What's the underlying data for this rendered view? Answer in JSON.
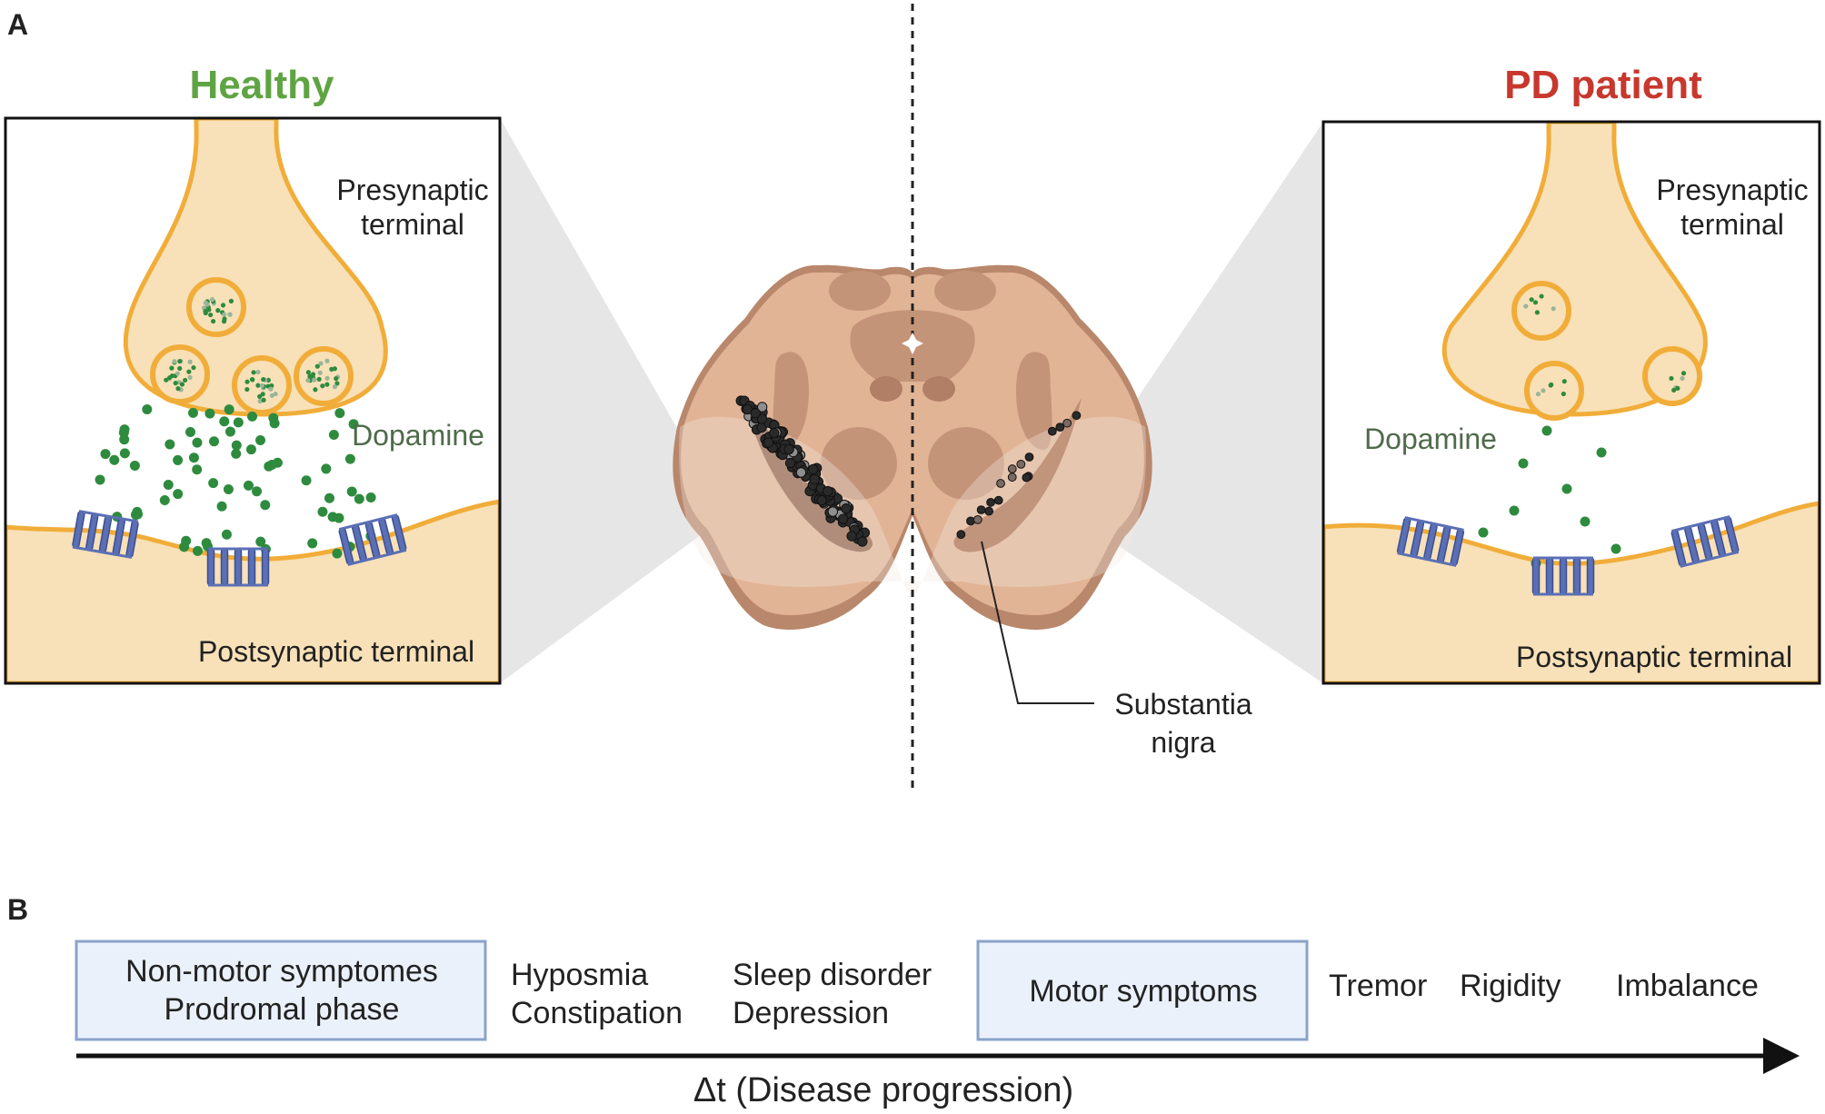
{
  "panel_a": {
    "letter": "A",
    "healthy": {
      "title": "Healthy",
      "title_color": "#5fa443",
      "presynaptic_line1": "Presynaptic",
      "presynaptic_line2": "terminal",
      "dopamine": "Dopamine",
      "postsynaptic": "Postsynaptic terminal"
    },
    "pd": {
      "title": "PD patient",
      "title_color": "#c8372d",
      "presynaptic_line1": "Presynaptic",
      "presynaptic_line2": "terminal",
      "dopamine": "Dopamine",
      "postsynaptic": "Postsynaptic terminal"
    },
    "substantia_line1": "Substantia",
    "substantia_line2": "nigra"
  },
  "panel_b": {
    "letter": "B",
    "box1_line1": "Non-motor symptomes",
    "box1_line2": "Prodromal phase",
    "nm1_line1": "Hyposmia",
    "nm1_line2": "Constipation",
    "nm2_line1": "Sleep disorder",
    "nm2_line2": "Depression",
    "box2": "Motor symptoms",
    "m1": "Tremor",
    "m2": "Rigidity",
    "m3": "Imbalance",
    "axis_label": "Δt (Disease progression)"
  },
  "colors": {
    "terminal_fill": "#f8e1b8",
    "terminal_stroke": "#f1ad39",
    "dopamine": "#2e8b3e",
    "receptor": "#5b6fb5",
    "box_fill": "#eaf1fb",
    "box_stroke": "#8aa3c9"
  }
}
